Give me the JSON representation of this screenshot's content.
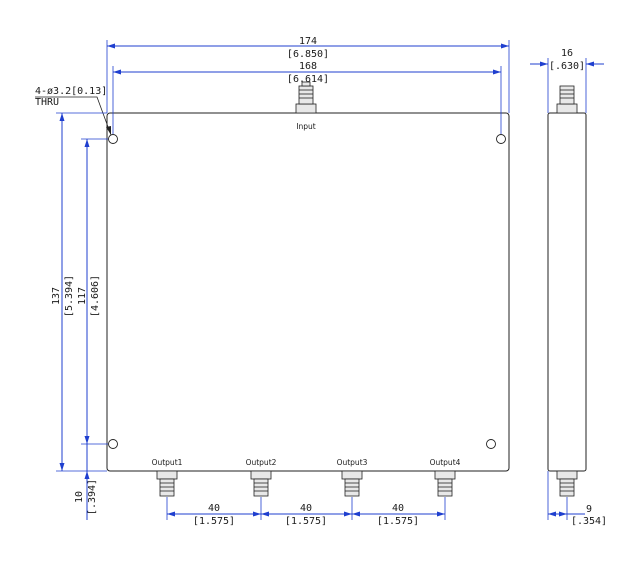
{
  "dims": {
    "overall_width": {
      "mm": "174",
      "inch": "[6.850]"
    },
    "hole_spacing_x": {
      "mm": "168",
      "inch": "[6.614]"
    },
    "side_width": {
      "mm": "16",
      "inch": "[.630]"
    },
    "overall_height": {
      "mm": "137",
      "inch": "[5.394]"
    },
    "hole_spacing_y": {
      "mm": "117",
      "inch": "[4.606]"
    },
    "bottom_offset": {
      "mm": "10",
      "inch": "[.394]"
    },
    "output_pitch": {
      "mm": "40",
      "inch": "[1.575]"
    },
    "side_conn_offset": {
      "mm": "9",
      "inch": "[.354]"
    }
  },
  "hole_note": {
    "line1": "4-ø3.2[0.13]",
    "line2": "THRU"
  },
  "ports": {
    "input": "Input",
    "outputs": [
      "Output1",
      "Output2",
      "Output3",
      "Output4"
    ]
  },
  "colors": {
    "dimension": "#1f3fcf",
    "outline": "#222222"
  }
}
